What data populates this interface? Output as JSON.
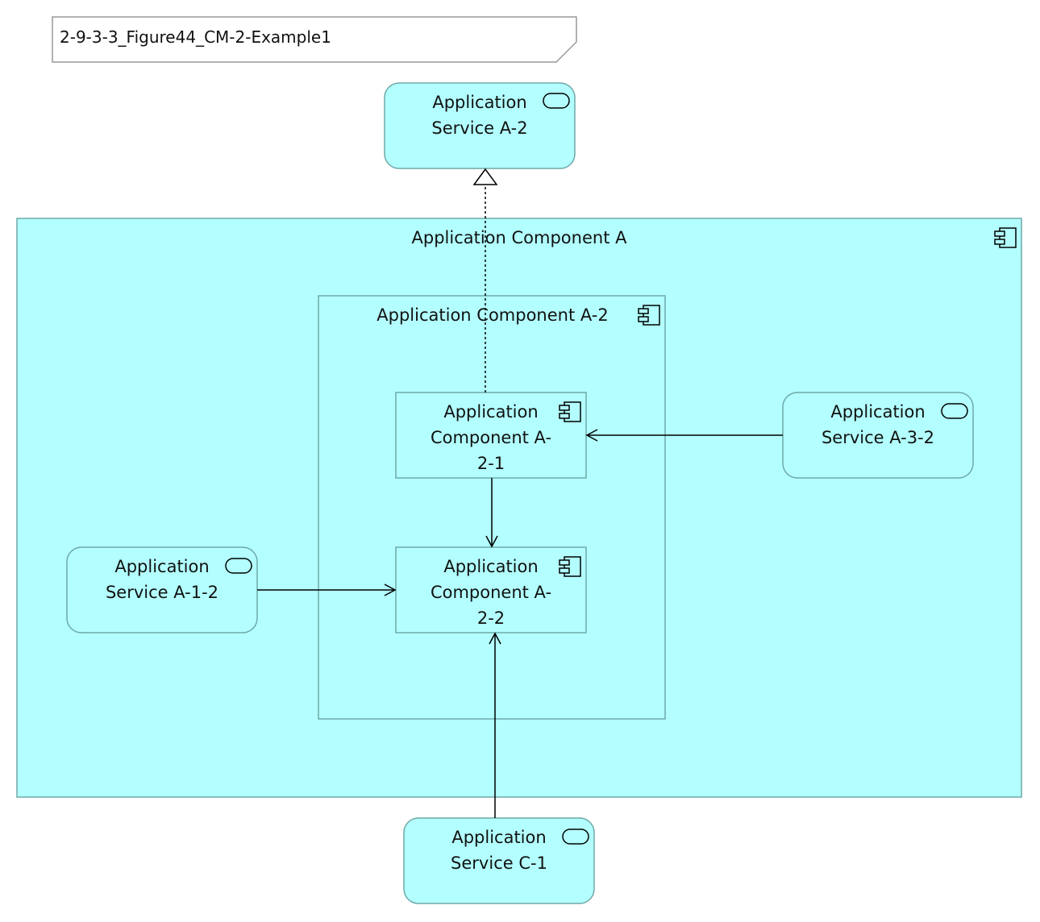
{
  "diagram": {
    "title": "2-9-3-3_Figure44_CM-2-Example1",
    "colors": {
      "fill": "#b3ffff",
      "border": "#6fa8a8",
      "line": "#000000",
      "container_fill": "#b3ffff",
      "note_border": "#999999"
    },
    "nodes": {
      "service_a2": {
        "name": "Application\nService A-2",
        "icon": "service-icon"
      },
      "component_a": {
        "name": "Application Component A",
        "icon": "component-icon"
      },
      "component_a2": {
        "name": "Application Component A-2",
        "icon": "component-icon"
      },
      "component_a21": {
        "name": "Application\nComponent A-\n2-1",
        "icon": "component-icon"
      },
      "component_a22": {
        "name": "Application\nComponent A-\n2-2",
        "icon": "component-icon"
      },
      "service_a32": {
        "name": "Application\nService A-3-2",
        "icon": "service-icon"
      },
      "service_a12": {
        "name": "Application\nService A-1-2",
        "icon": "service-icon"
      },
      "service_c1": {
        "name": "Application\nService C-1",
        "icon": "service-icon"
      }
    },
    "relations": [
      {
        "from": "component_a21",
        "to": "service_a2",
        "type": "realization"
      },
      {
        "from": "service_a32",
        "to": "component_a21",
        "type": "serving"
      },
      {
        "from": "component_a21",
        "to": "component_a22",
        "type": "serving"
      },
      {
        "from": "service_a12",
        "to": "component_a22",
        "type": "serving"
      },
      {
        "from": "service_c1",
        "to": "component_a22",
        "type": "serving"
      }
    ]
  }
}
